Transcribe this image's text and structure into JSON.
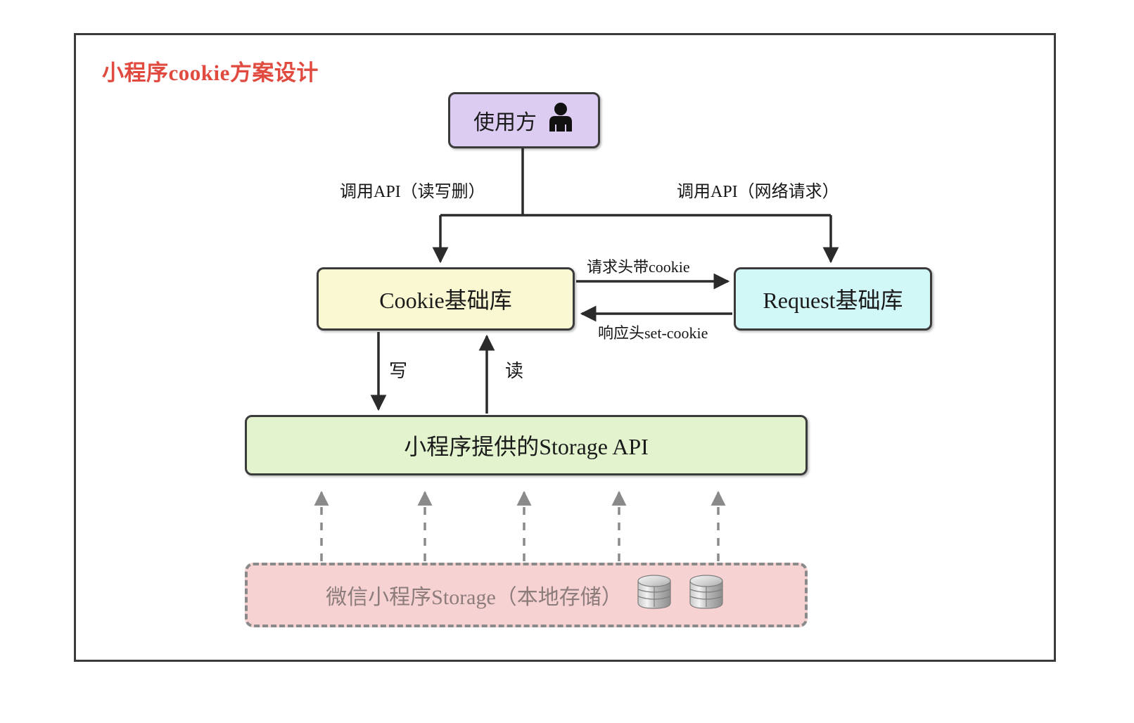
{
  "diagram": {
    "title": "小程序cookie方案设计",
    "title_color": "#e04a3f",
    "frame_color": "#3b3b3b"
  },
  "nodes": {
    "consumer": {
      "label": "使用方",
      "icon": "person-icon",
      "color": "#ddccf2"
    },
    "cookie_lib": {
      "label": "Cookie基础库",
      "color": "#f9f8d2"
    },
    "request_lib": {
      "label": "Request基础库",
      "color": "#d2f7f7"
    },
    "storage_api": {
      "label": "小程序提供的Storage API",
      "color": "#e2f3ce"
    },
    "wx_storage": {
      "label": "微信小程序Storage（本地存储）",
      "icon": "database-icon",
      "color": "#f6d2d2",
      "border": "#8a8a8a"
    }
  },
  "edges": {
    "api_read_write_delete": {
      "label": "调用API（读写删）",
      "from": "consumer",
      "to": "cookie_lib",
      "style": "solid",
      "direction": "down"
    },
    "api_network_request": {
      "label": "调用API（网络请求）",
      "from": "consumer",
      "to": "request_lib",
      "style": "solid",
      "direction": "down"
    },
    "request_header_cookie": {
      "label": "请求头带cookie",
      "from": "cookie_lib",
      "to": "request_lib",
      "style": "solid",
      "direction": "right"
    },
    "response_set_cookie": {
      "label": "响应头set-cookie",
      "from": "request_lib",
      "to": "cookie_lib",
      "style": "solid",
      "direction": "left"
    },
    "write": {
      "label": "写",
      "from": "cookie_lib",
      "to": "storage_api",
      "style": "solid",
      "direction": "down"
    },
    "read": {
      "label": "读",
      "from": "storage_api",
      "to": "cookie_lib",
      "style": "solid",
      "direction": "up"
    },
    "storage_backing": {
      "label": "",
      "from": "wx_storage",
      "to": "storage_api",
      "style": "dashed",
      "direction": "up",
      "count": 5
    }
  }
}
